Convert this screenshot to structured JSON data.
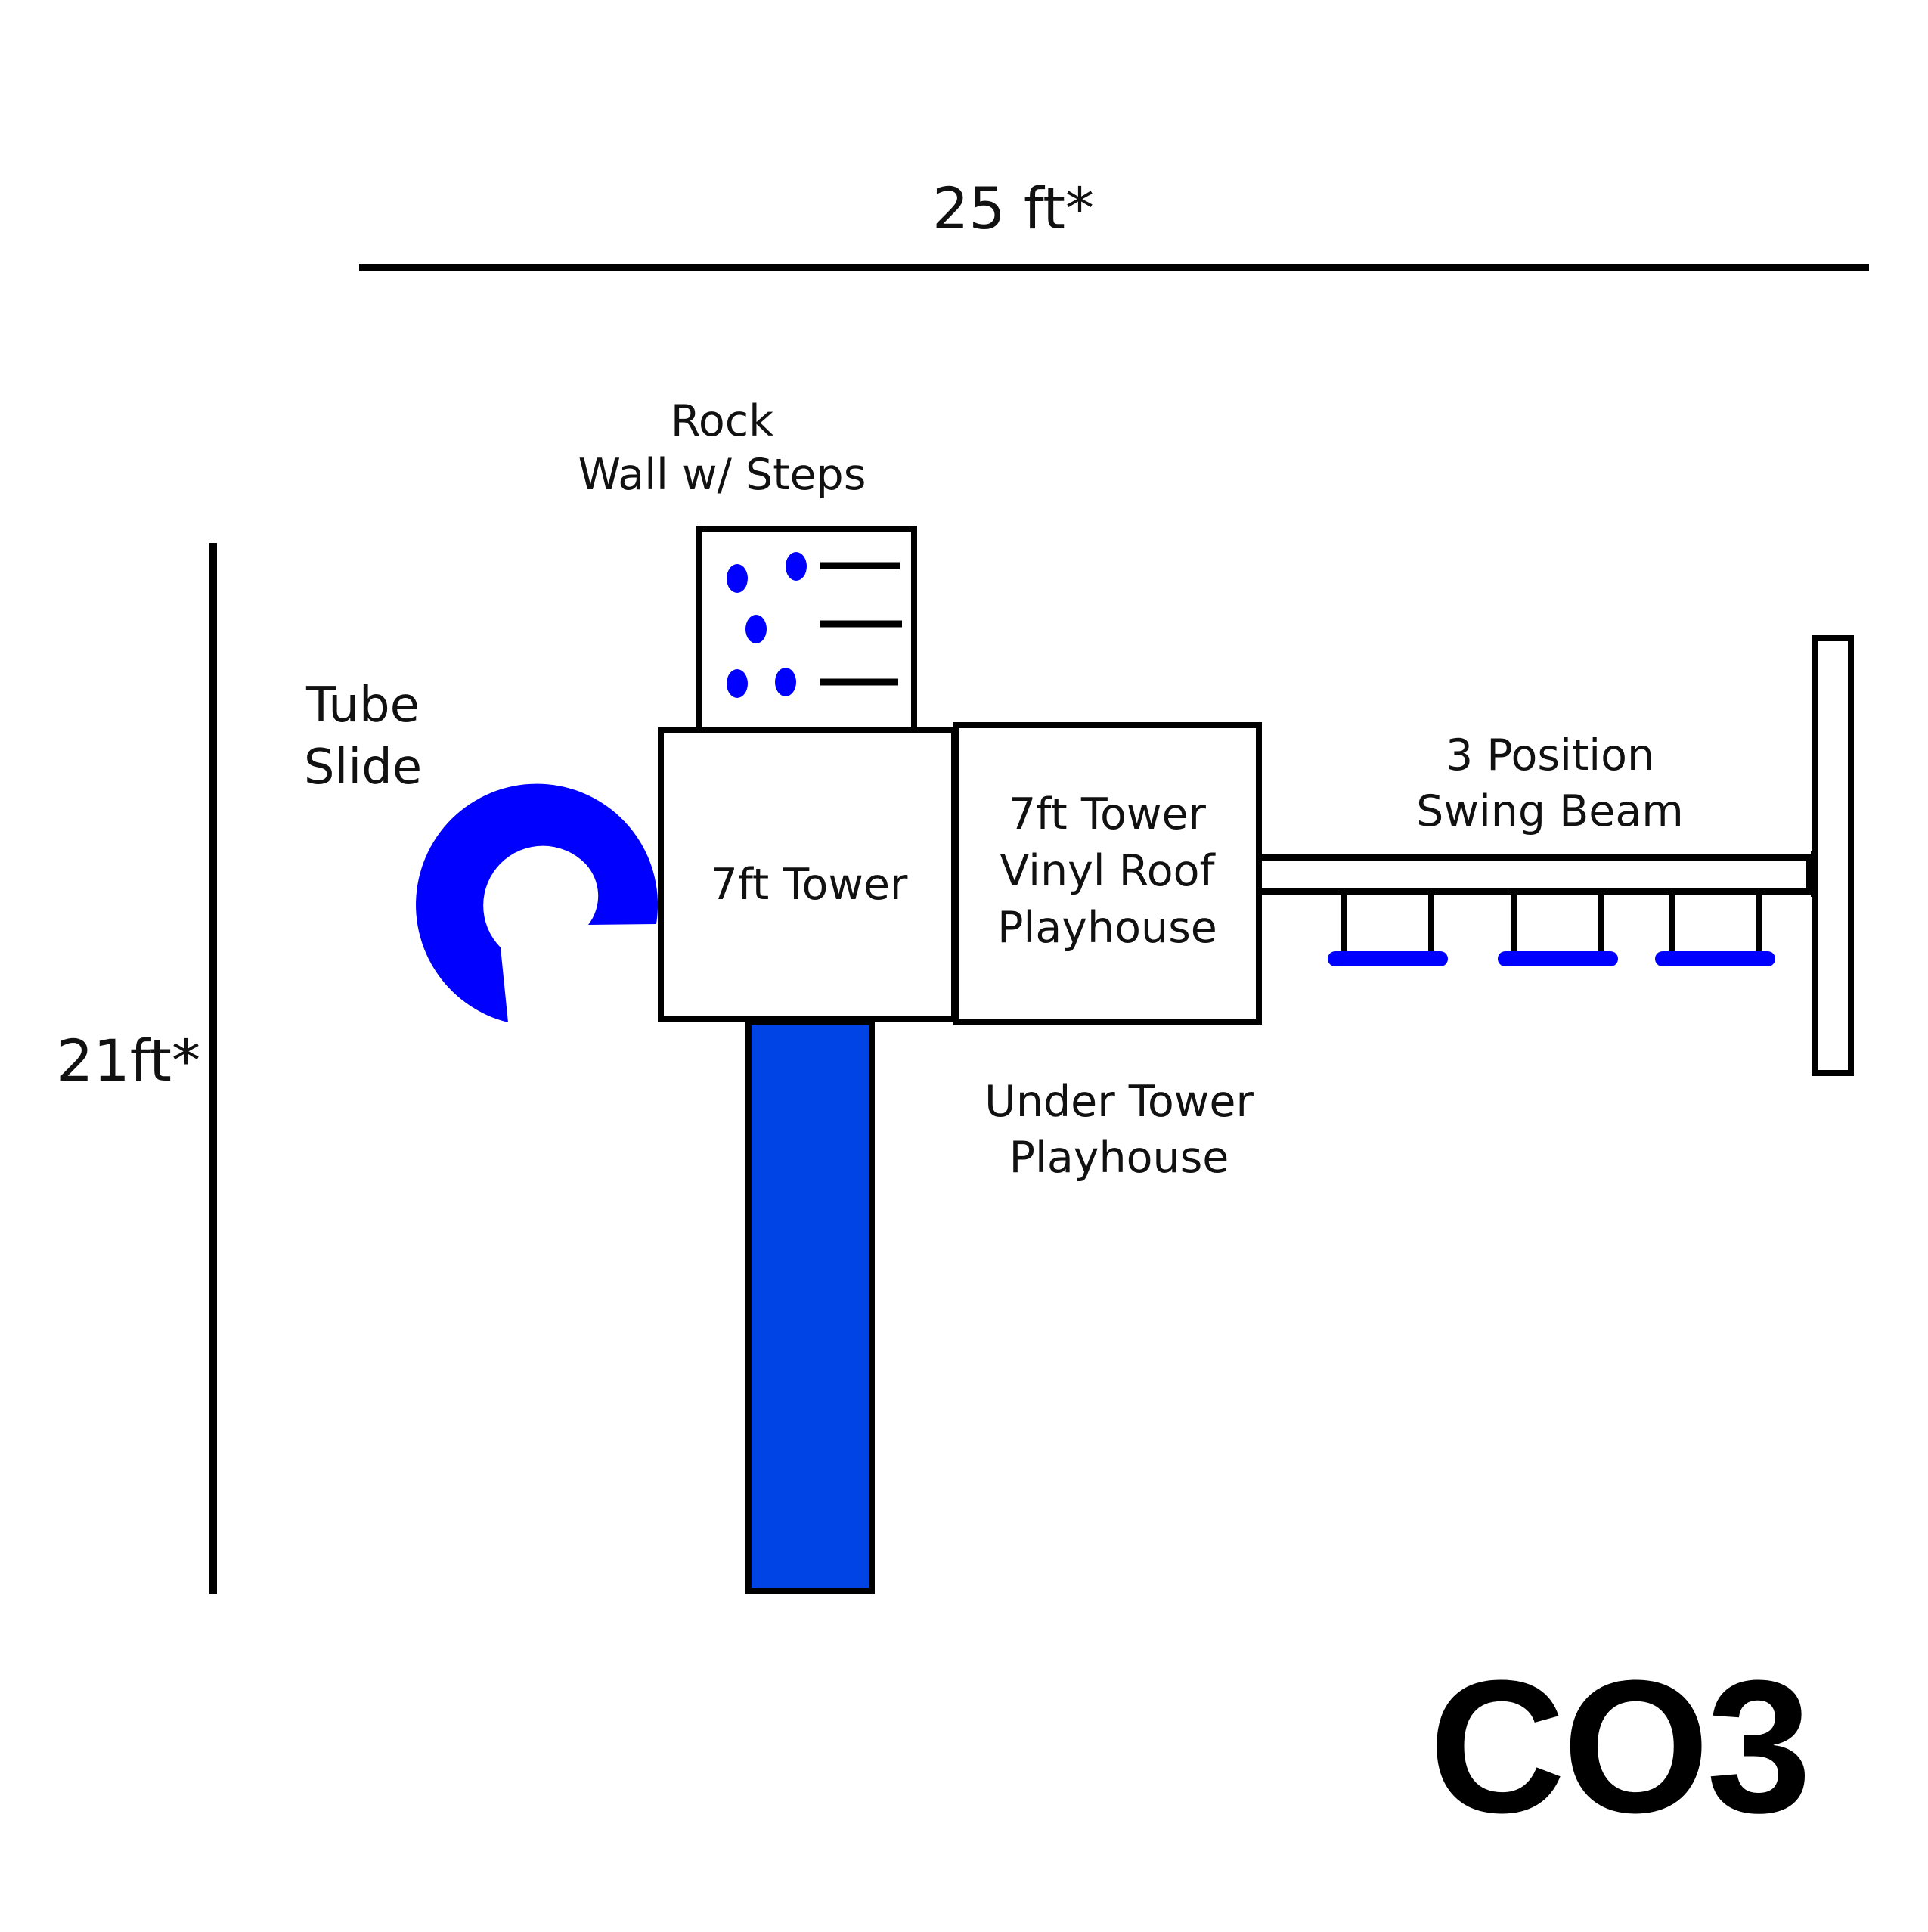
{
  "dimensions": {
    "width_label": "25 ft*",
    "depth_label": "21ft*"
  },
  "components": {
    "rock_wall": {
      "line1": "Rock",
      "line2": "Wall w/ Steps"
    },
    "tube_slide": {
      "line1": "Tube",
      "line2": "Slide"
    },
    "tower_main": {
      "label": "7ft Tower"
    },
    "tower_roof": {
      "line1": "7ft Tower",
      "line2": "Vinyl Roof",
      "line3": "Playhouse"
    },
    "swing_beam": {
      "line1": "3 Position",
      "line2": "Swing Beam"
    },
    "under_tower": {
      "line1": "Under Tower",
      "line2": "Playhouse"
    }
  },
  "model_code": "CO3",
  "colors": {
    "accent_blue": "#0000ff",
    "slide_blue": "#0044e6",
    "outline": "#000000"
  }
}
